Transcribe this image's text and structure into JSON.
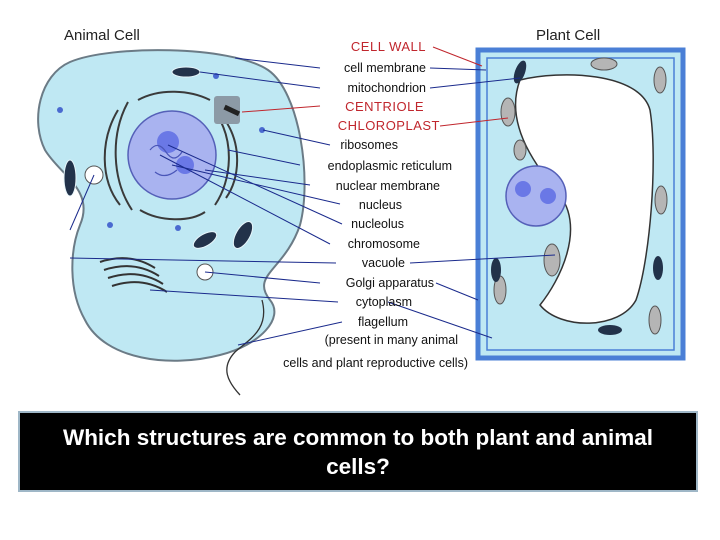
{
  "titles": {
    "animal": "Animal Cell",
    "plant": "Plant Cell"
  },
  "labels": [
    {
      "text": "CELL WALL",
      "color": "#c0262d"
    },
    {
      "text": "cell membrane",
      "color": "#111111"
    },
    {
      "text": "mitochondrion",
      "color": "#111111"
    },
    {
      "text": "CENTRIOLE",
      "color": "#c0262d"
    },
    {
      "text": "CHLOROPLAST",
      "color": "#c0262d"
    },
    {
      "text": "ribosomes",
      "color": "#111111"
    },
    {
      "text": "endoplasmic reticulum",
      "color": "#111111"
    },
    {
      "text": "nuclear membrane",
      "color": "#111111"
    },
    {
      "text": "nucleus",
      "color": "#111111"
    },
    {
      "text": "nucleolus",
      "color": "#111111"
    },
    {
      "text": "chromosome",
      "color": "#111111"
    },
    {
      "text": "vacuole",
      "color": "#111111"
    },
    {
      "text": "Golgi apparatus",
      "color": "#111111"
    },
    {
      "text": "cytoplasm",
      "color": "#111111"
    },
    {
      "text": "flagellum",
      "color": "#111111"
    },
    {
      "text": "(present  in many animal",
      "color": "#111111"
    },
    {
      "text": "cells and plant reproductive cells)",
      "color": "#111111"
    }
  ],
  "colors": {
    "animal_cytoplasm": "#bfe8f3",
    "plant_cell_wall": "#4a7fd6",
    "nucleus": "#a9b3f0",
    "nucleolus": "#6a78e6",
    "question_box": "#000000"
  },
  "question": "Which structures are common to both plant and animal cells?"
}
